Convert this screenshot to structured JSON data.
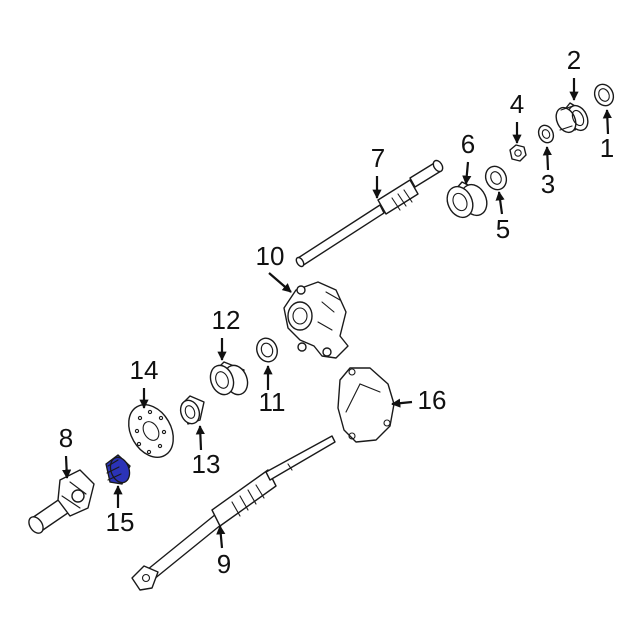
{
  "highlight_color": "#2b33b8",
  "callouts": [
    {
      "id": "1",
      "label": "1"
    },
    {
      "id": "2",
      "label": "2"
    },
    {
      "id": "3",
      "label": "3"
    },
    {
      "id": "4",
      "label": "4"
    },
    {
      "id": "5",
      "label": "5"
    },
    {
      "id": "6",
      "label": "6"
    },
    {
      "id": "7",
      "label": "7"
    },
    {
      "id": "8",
      "label": "8"
    },
    {
      "id": "9",
      "label": "9"
    },
    {
      "id": "10",
      "label": "10"
    },
    {
      "id": "11",
      "label": "11"
    },
    {
      "id": "12",
      "label": "12"
    },
    {
      "id": "13",
      "label": "13"
    },
    {
      "id": "14",
      "label": "14"
    },
    {
      "id": "15",
      "label": "15",
      "highlighted": true
    },
    {
      "id": "16",
      "label": "16"
    }
  ]
}
